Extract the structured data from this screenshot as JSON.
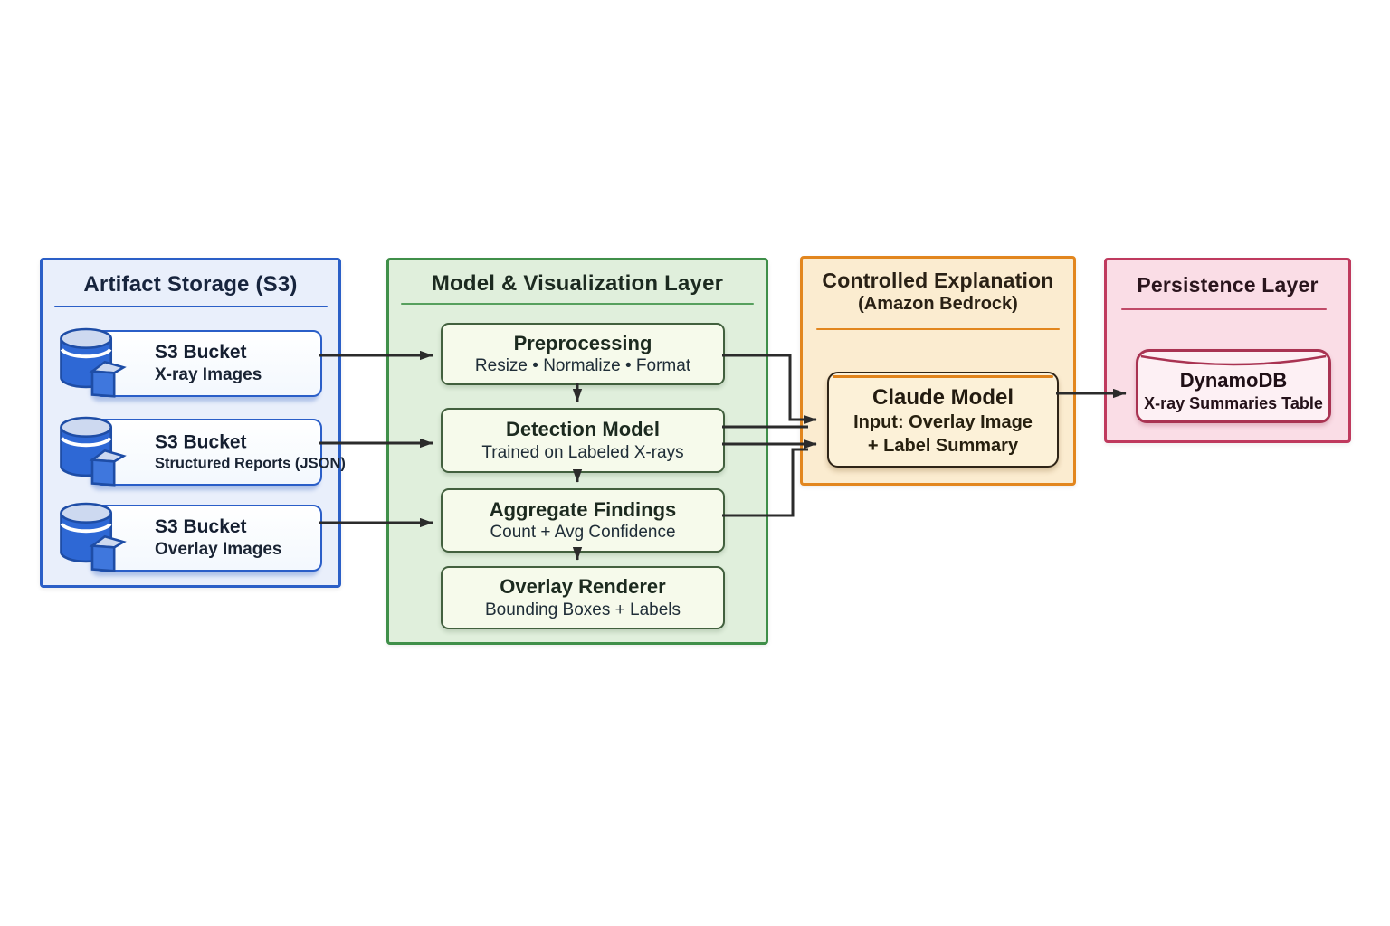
{
  "diagram": {
    "storage": {
      "title": "Artifact Storage (S3)",
      "buckets": [
        {
          "line1": "S3 Bucket",
          "line2": "X-ray Images"
        },
        {
          "line1": "S3 Bucket",
          "line2": "Structured Reports (JSON)"
        },
        {
          "line1": "S3 Bucket",
          "line2": "Overlay Images"
        }
      ]
    },
    "model_layer": {
      "title": "Model & Visualization Layer",
      "nodes": [
        {
          "title": "Preprocessing",
          "subtitle": "Resize • Normalize • Format"
        },
        {
          "title": "Detection Model",
          "subtitle": "Trained on Labeled X-rays"
        },
        {
          "title": "Aggregate Findings",
          "subtitle": "Count + Avg Confidence"
        },
        {
          "title": "Overlay Renderer",
          "subtitle": "Bounding Boxes + Labels"
        }
      ]
    },
    "explanation": {
      "title_line1": "Controlled Explanation",
      "title_line2": "(Amazon Bedrock)",
      "node": {
        "title": "Claude Model",
        "subtitle_line1": "Input: Overlay Image",
        "subtitle_line2": "+ Label Summary"
      }
    },
    "persistence": {
      "title": "Persistence Layer",
      "node": {
        "title": "DynamoDB",
        "subtitle": "X-ray Summaries Table"
      }
    },
    "palette": {
      "storage_border": "#2b5fc7",
      "storage_fill": "#e9effb",
      "model_border": "#3f8f49",
      "model_fill": "#e0efdc",
      "model_node_fill": "#f6faeb",
      "explanation_border": "#e2861e",
      "explanation_fill": "#fbecd0",
      "claude_fill": "#fcf1d8",
      "persistence_border": "#bf3a5e",
      "persistence_fill": "#fadde6",
      "bucket_icon_blue": "#2e68d5",
      "arrow": "#2b2b2b"
    }
  }
}
